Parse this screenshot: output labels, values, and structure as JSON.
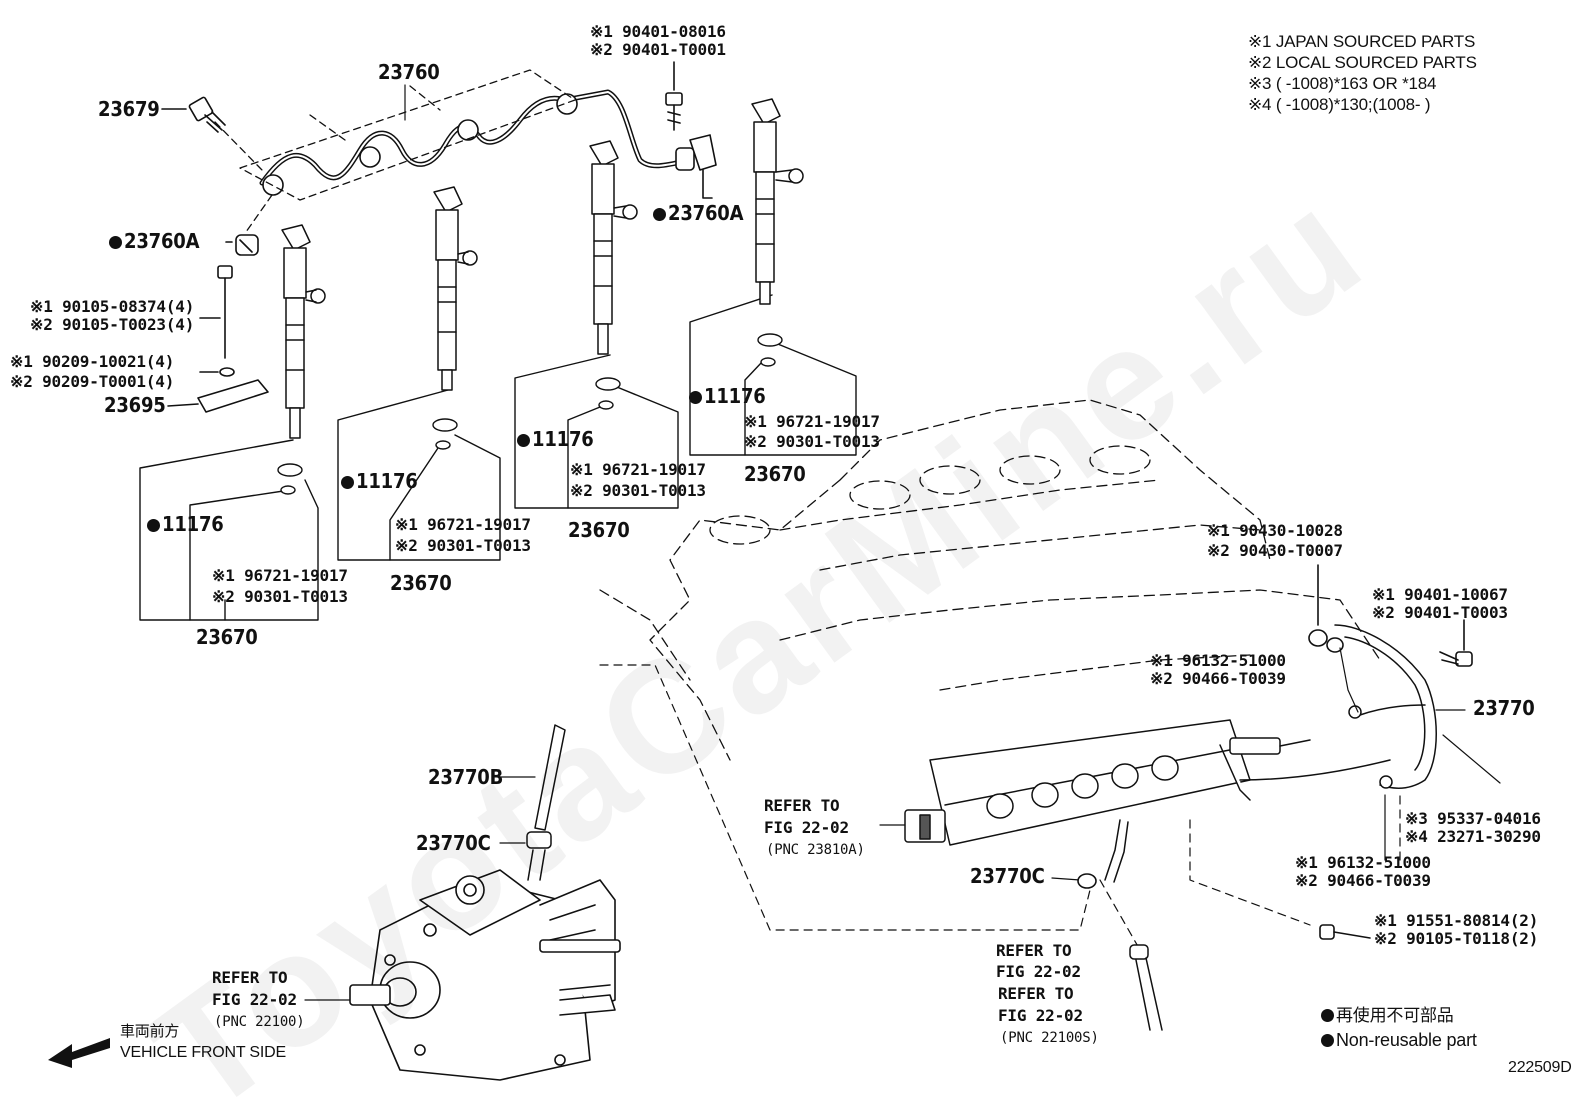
{
  "watermark": "ToyotaCarMine.ru",
  "notes": {
    "n1": "※1 JAPAN SOURCED PARTS",
    "n2": "※2 LOCAL SOURCED PARTS",
    "n3": "※3 (       -1008)*163 OR *184",
    "n4": "※4 (       -1008)*130;(1008-       )"
  },
  "labels": {
    "p23760": "23760",
    "p23679": "23679",
    "p23760A_left": "23760A",
    "p23760A_right": "23760A",
    "top_bolt_1": "※1 90401-08016",
    "top_bolt_2": "※2 90401-T0001",
    "bolt_left_1": "※1 90105-08374(4)",
    "bolt_left_2": "※2 90105-T0023(4)",
    "washer_left_1": "※1 90209-10021(4)",
    "washer_left_2": "※2 90209-T0001(4)",
    "p23695": "23695",
    "g1_11176": "11176",
    "g1_s1": "※1 96721-19017",
    "g1_s2": "※2 90301-T0013",
    "g1_23670": "23670",
    "g2_11176": "11176",
    "g2_s1": "※1 96721-19017",
    "g2_s2": "※2 90301-T0013",
    "g2_23670": "23670",
    "g3_11176": "11176",
    "g3_s1": "※1 96721-19017",
    "g3_s2": "※2 90301-T0013",
    "g3_23670": "23670",
    "g4_11176": "11176",
    "g4_s1": "※1 96721-19017",
    "g4_s2": "※2 90301-T0013",
    "g4_23670": "23670",
    "gasket_1": "※1 90430-10028",
    "gasket_2": "※2 90430-T0007",
    "union_bolt_1": "※1 90401-10067",
    "union_bolt_2": "※2 90401-T0003",
    "clamp_1": "※1 96132-51000",
    "clamp_2": "※2 90466-T0039",
    "p23770": "23770",
    "hose_3": "※3 95337-04016",
    "hose_4": "※4 23271-30290",
    "clamp_b_1": "※1 96132-51000",
    "clamp_b_2": "※2 90466-T0039",
    "screw_1": "※1 91551-80814(2)",
    "screw_2": "※2 90105-T0118(2)",
    "p23770B": "23770B",
    "p23770C_left": "23770C",
    "p23770C_right": "23770C",
    "refer_rail_1": "REFER TO",
    "refer_rail_2": "FIG 22-02",
    "refer_rail_3": "(PNC 23810A)",
    "refer_pump_1": "REFER TO",
    "refer_pump_2": "FIG 22-02",
    "refer_pump_3": "(PNC 22100)",
    "refer_a_1": "REFER TO",
    "refer_a_2": "FIG 22-02",
    "refer_b_1": "REFER TO",
    "refer_b_2": "FIG 22-02",
    "refer_b_3": "(PNC 22100S)"
  },
  "front": {
    "jp": "車両前方",
    "en": "VEHICLE FRONT SIDE"
  },
  "legend": {
    "jp": "再使用不可部品",
    "en": "Non-reusable part"
  },
  "figure_id": "222509D"
}
